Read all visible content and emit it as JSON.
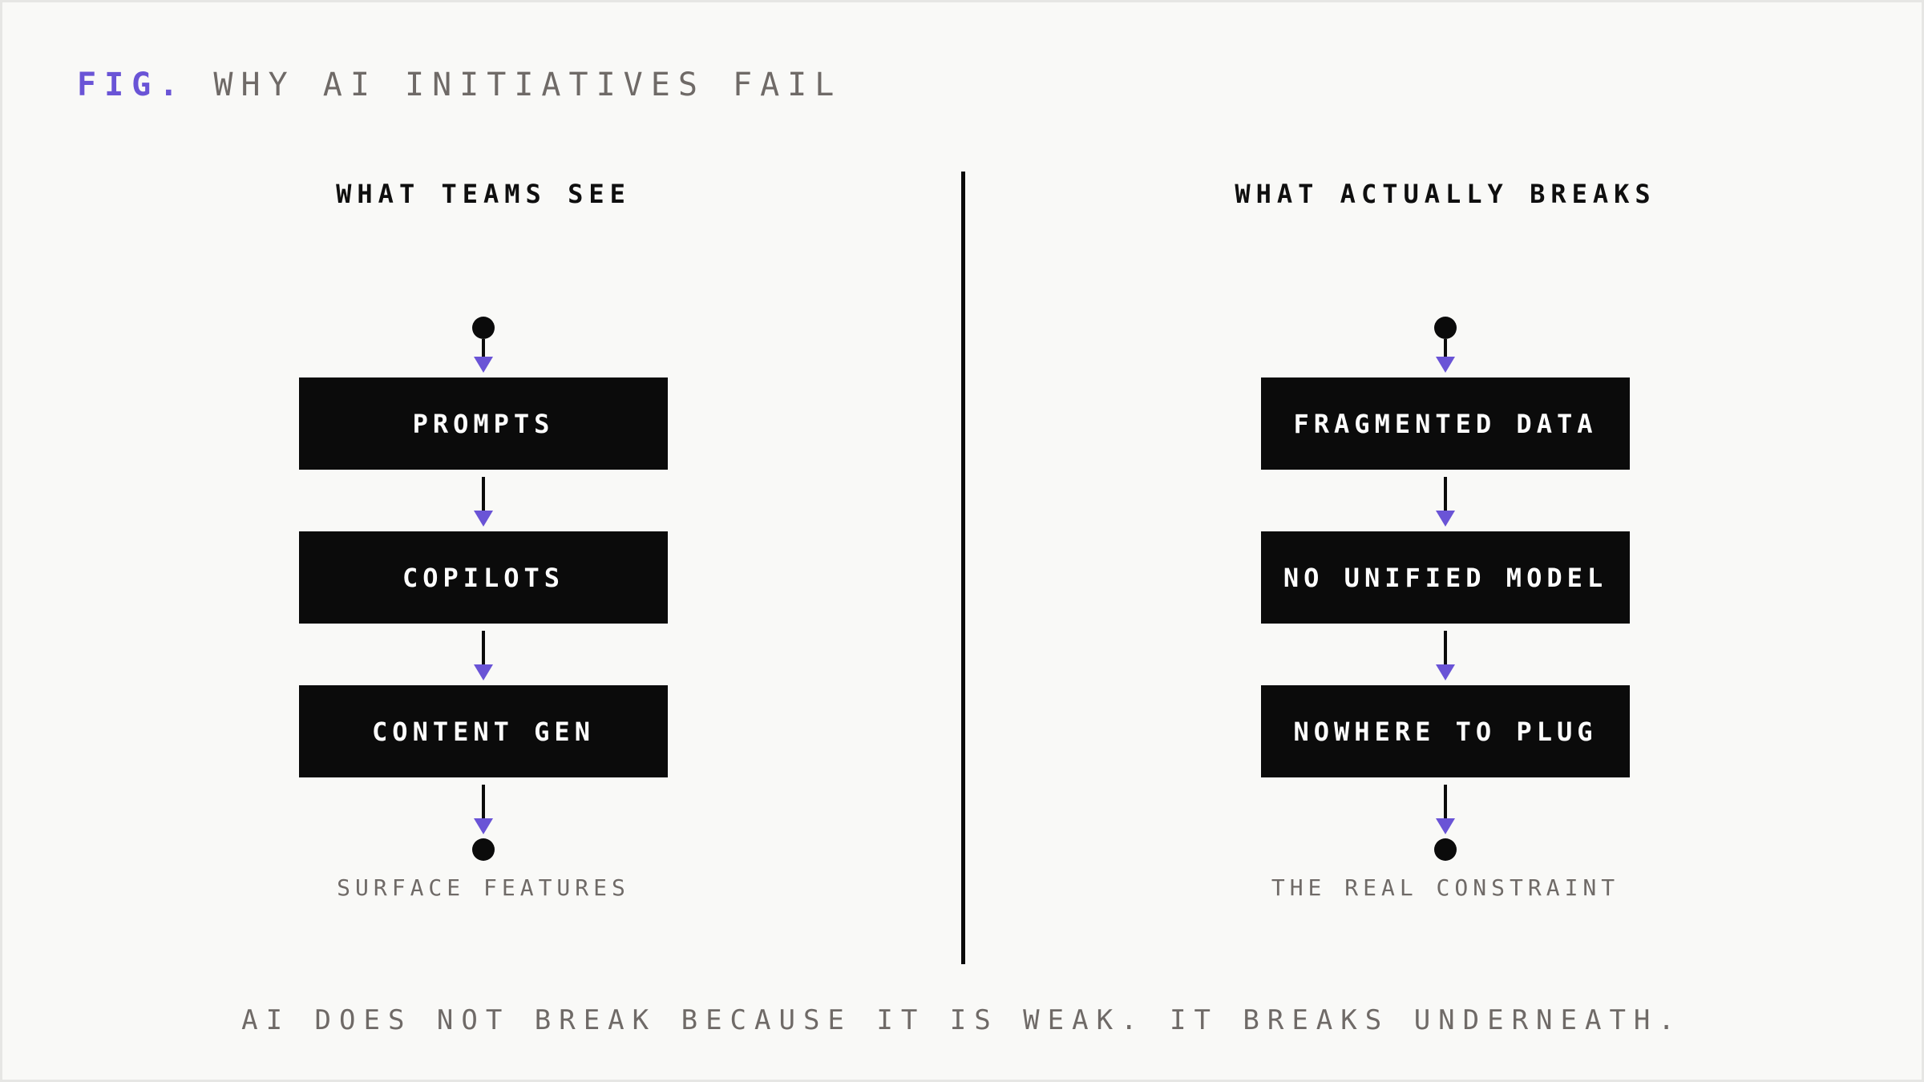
{
  "figure": {
    "prefix": "FIG.",
    "title": "WHY AI INITIATIVES FAIL"
  },
  "left_column": {
    "heading": "WHAT TEAMS SEE",
    "steps": [
      "PROMPTS",
      "COPILOTS",
      "CONTENT GEN"
    ],
    "caption": "SURFACE FEATURES"
  },
  "right_column": {
    "heading": "WHAT ACTUALLY BREAKS",
    "steps": [
      "FRAGMENTED DATA",
      "NO UNIFIED MODEL",
      "NOWHERE TO PLUG"
    ],
    "caption": "THE REAL CONSTRAINT"
  },
  "footer": "AI DOES NOT BREAK BECAUSE IT IS WEAK. IT BREAKS UNDERNEATH.",
  "colors": {
    "accent": "#6a54d6",
    "box": "#0b0b0b",
    "background": "#f9f9f7",
    "muted_text": "#6f6a67"
  }
}
